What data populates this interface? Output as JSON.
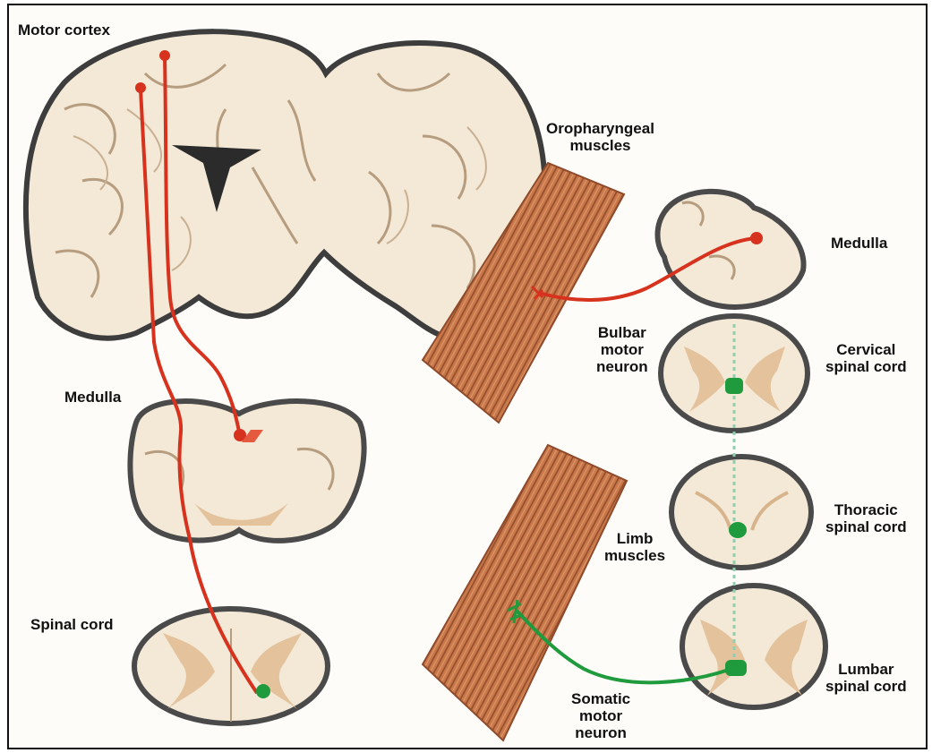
{
  "labels": {
    "motor_cortex": "Motor cortex",
    "medulla_left": "Medulla",
    "spinal_cord": "Spinal cord",
    "oropharyngeal_muscles": "Oropharyngeal\nmuscles",
    "medulla_right": "Medulla",
    "bulbar_motor_neuron": "Bulbar\nmotor\nneuron",
    "cervical_spinal_cord": "Cervical\nspinal cord",
    "thoracic_spinal_cord": "Thoracic\nspinal cord",
    "limb_muscles": "Limb\nmuscles",
    "lumbar_spinal_cord": "Lumbar\nspinal cord",
    "somatic_motor_neuron": "Somatic\nmotor\nneuron"
  },
  "colors": {
    "upper_motor_neuron": "#d6321e",
    "lower_motor_neuron": "#1f9a3c",
    "tissue": "#f3e9d6",
    "gray_matter": "#e3c29c",
    "tissue_edge": "#4a4a4a",
    "muscle": "#c87a4e"
  }
}
